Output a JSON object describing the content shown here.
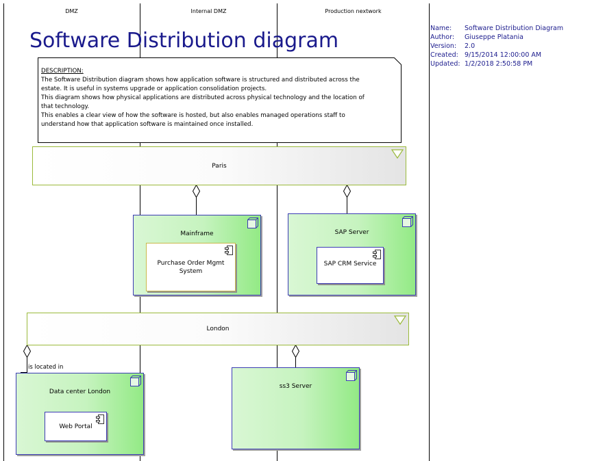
{
  "lanes": [
    "DMZ",
    "Internal DMZ",
    "Production nextwork"
  ],
  "title": "Software Distribution diagram",
  "note": {
    "heading": "DESCRIPTION:",
    "lines": [
      "The Software Distribution diagram shows how application software is structured and distributed across the",
      "estate. It is useful in systems upgrade or application consolidation projects.",
      "This diagram shows how physical applications are distributed across physical technology and  the location of",
      "that technology.",
      "This enables a clear view of how the software is hosted, but also enables managed operations staff to",
      "understand how that application software is maintained once installed."
    ]
  },
  "metadata": {
    "name_label": "Name:",
    "name": "Software Distribution Diagram",
    "author_label": "Author:",
    "author": "Giuseppe Platania",
    "version_label": "Version:",
    "version": "2.0",
    "created_label": "Created:",
    "created": "9/15/2014 12:00:00 AM",
    "updated_label": "Updated:",
    "updated": "1/2/2018 2:50:58 PM"
  },
  "locations": {
    "paris": "Paris",
    "london": "London"
  },
  "nodes": {
    "mainframe": "Mainframe",
    "sap_server": "SAP Server",
    "data_center_london": "Data center London",
    "ss3_server": "ss3 Server"
  },
  "components": {
    "purchase_order": "Purchase Order Mgmt System",
    "sap_crm": "SAP CRM Service",
    "web_portal": "Web Portal"
  },
  "relationships": {
    "is_located_in": "is located in"
  },
  "colors": {
    "title": "#1a1a8c",
    "node_border": "#3b3bb4",
    "node_fill": "#c6f3bf",
    "location_border": "#9ab93a",
    "component_border_mainframe": "#c8b84a"
  }
}
